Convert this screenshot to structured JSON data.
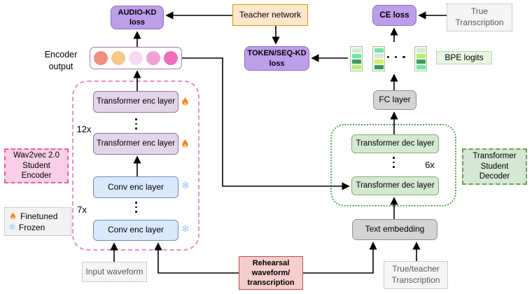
{
  "losses": {
    "audio_kd_line1": "AUDIO-KD",
    "audio_kd_line2": "loss",
    "token_kd_line1": "TOKEN/SEQ-KD",
    "token_kd_line2": "loss",
    "ce_label": "CE loss"
  },
  "teacher_label": "Teacher network",
  "true_transcription": {
    "line1": "True",
    "line2": "Transcription"
  },
  "encoder_output": {
    "label_line1": "Encoder",
    "label_line2": "output",
    "circles": [
      "#ef8f7e",
      "#f5c98c",
      "#f8d9f2",
      "#efa3d4",
      "#ee6eb9"
    ]
  },
  "bpe": {
    "label": "BPE logits",
    "stacks": [
      [
        "#d5e8d4",
        "#6ee7a8",
        "#3d9e5f",
        "#b2f06a"
      ],
      [
        "#6ee7a8",
        "#dde4dc",
        "#cdf06a",
        "#37995a"
      ],
      [
        "#d5e8d4",
        "#b2f06a",
        "#3d9e5f",
        "#6ee7a8"
      ]
    ]
  },
  "student_encoder": {
    "label_line1": "Wav2vec 2.0",
    "label_line2": "Student",
    "label_line3": "Encoder",
    "enc_layer_label": "Transformer enc layer",
    "enc_repeat": "12x",
    "conv_layer_label": "Conv enc layer",
    "conv_repeat": "7x"
  },
  "student_decoder": {
    "label_line1": "Transformer",
    "label_line2": "Student",
    "label_line3": "Decoder",
    "dec_layer_label": "Transformer dec layer",
    "repeat": "6x",
    "fc_label": "FC layer"
  },
  "legend": {
    "finetuned": "Finetuned",
    "frozen": "Frozen"
  },
  "io": {
    "input_waveform": "Input waveform",
    "rehearsal_line1": "Rehearsal",
    "rehearsal_line2": "waveform/",
    "rehearsal_line3": "transcription",
    "text_embedding": "Text embedding",
    "true_teacher_line1": "True/teacher",
    "true_teacher_line2": "Transcription"
  },
  "accent_colors": {
    "loss_fill": "#bd9ee9",
    "teacher_fill": "#ffe6cc",
    "enc_layer_fill": "#e1d5e7",
    "conv_layer_fill": "#dae8fc",
    "dec_layer_fill": "#d5e8d4",
    "rehearsal_fill": "#f5cdcb"
  }
}
